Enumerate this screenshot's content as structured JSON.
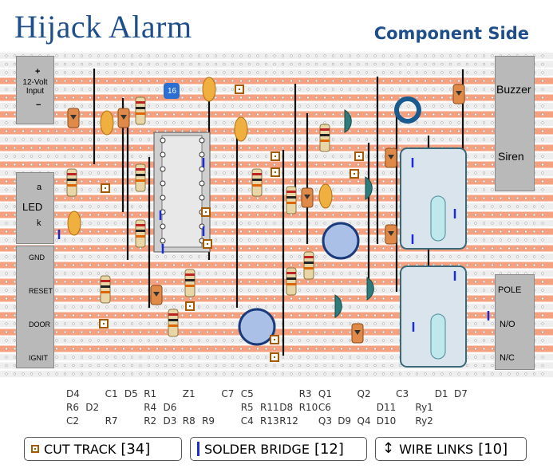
{
  "title": "Hijack Alarm",
  "subtitle": "Component Side",
  "terminals_left": {
    "power": {
      "label": "12-Volt\nInput",
      "plus": "+",
      "minus": "−"
    },
    "led": {
      "label": "LED",
      "a": "a",
      "k": "k"
    },
    "inputs": [
      "GND",
      "RESET",
      "DOOR",
      "IGNIT"
    ]
  },
  "terminals_right": {
    "buzzer": "Buzzer",
    "siren": "Siren",
    "relay": [
      "POLE",
      "N/O",
      "N/C"
    ]
  },
  "ic_label": "16",
  "component_labels": [
    {
      "col": "D4",
      "rows": [
        "D4",
        "R6",
        "C2"
      ]
    },
    {
      "col": "D2",
      "rows": [
        "",
        "D2",
        ""
      ]
    },
    {
      "col": "C1",
      "rows": [
        "C1",
        "",
        "R7"
      ]
    },
    {
      "col": "D5",
      "rows": [
        "D5",
        "",
        ""
      ]
    },
    {
      "col": "R1",
      "rows": [
        "R1",
        "R4",
        "R2"
      ]
    },
    {
      "col": "D6",
      "rows": [
        "",
        "D6",
        "D3"
      ]
    },
    {
      "col": "Z1",
      "rows": [
        "Z1",
        "",
        "R8"
      ]
    },
    {
      "col": "R9",
      "rows": [
        "",
        "",
        "R9"
      ]
    },
    {
      "col": "C7",
      "rows": [
        "C7",
        "",
        ""
      ]
    },
    {
      "col": "C5",
      "rows": [
        "C5",
        "R5",
        "C4"
      ]
    },
    {
      "col": "R11",
      "rows": [
        "",
        "R11",
        "R13"
      ]
    },
    {
      "col": "D8",
      "rows": [
        "",
        "D8",
        "R12"
      ]
    },
    {
      "col": "R3",
      "rows": [
        "R3",
        "R10",
        ""
      ]
    },
    {
      "col": "Q1",
      "rows": [
        "Q1",
        "C6",
        "Q3"
      ]
    },
    {
      "col": "D9",
      "rows": [
        "",
        "",
        "D9"
      ]
    },
    {
      "col": "Q2",
      "rows": [
        "Q2",
        "",
        "Q4"
      ]
    },
    {
      "col": "D11",
      "rows": [
        "",
        "D11",
        "D10"
      ]
    },
    {
      "col": "C3",
      "rows": [
        "C3",
        "",
        ""
      ]
    },
    {
      "col": "Ry1",
      "rows": [
        "",
        "Ry1",
        "Ry2"
      ]
    },
    {
      "col": "D1",
      "rows": [
        "D1",
        "",
        ""
      ]
    },
    {
      "col": "D7",
      "rows": [
        "D7",
        "",
        ""
      ]
    }
  ],
  "legend": {
    "cut_track": {
      "label": "CUT TRACK",
      "count": "[34]"
    },
    "solder_bridge": {
      "label": "SOLDER BRIDGE",
      "count": "[12]"
    },
    "wire_links": {
      "label": "WIRE LINKS",
      "count": "[10]"
    }
  },
  "colors": {
    "title": "#1f4f8a",
    "track": "#f5a07f",
    "cut": "#a65a00",
    "bridge": "#1b2bd6",
    "terminal_block": "#b9b9b9"
  }
}
